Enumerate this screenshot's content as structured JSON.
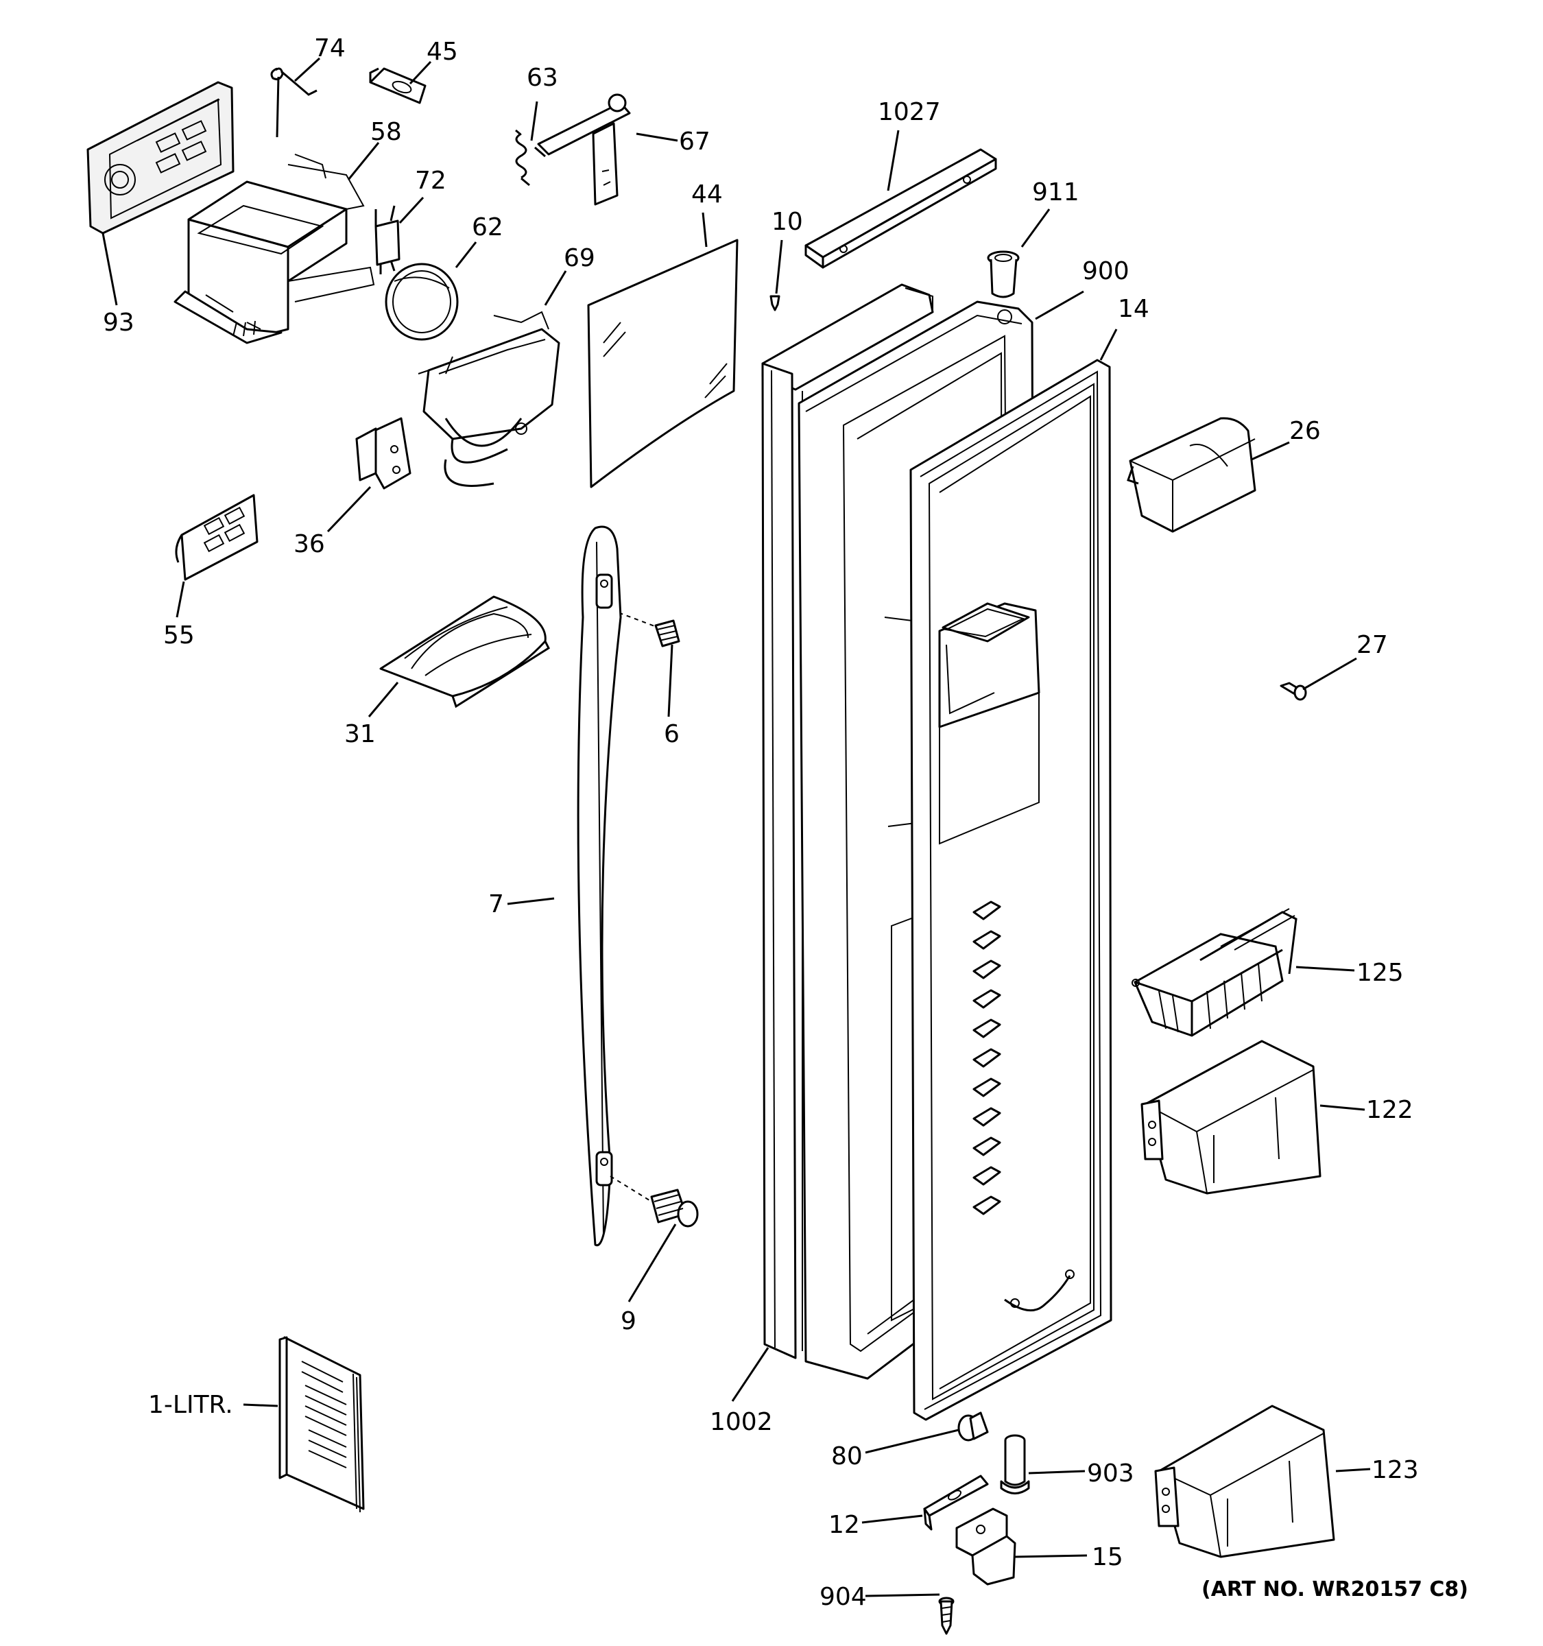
{
  "labels": {
    "p74": "74",
    "p45": "45",
    "p63": "63",
    "p67": "67",
    "p1027": "1027",
    "p58": "58",
    "p72": "72",
    "p44": "44",
    "p10": "10",
    "p911": "911",
    "p62": "62",
    "p69": "69",
    "p900": "900",
    "p14": "14",
    "p93": "93",
    "p26": "26",
    "p36": "36",
    "p55": "55",
    "p27": "27",
    "p31": "31",
    "p6": "6",
    "p7": "7",
    "p125": "125",
    "p122": "122",
    "p9": "9",
    "p1002": "1002",
    "p1litr": "1-LITR.",
    "p80": "80",
    "p903": "903",
    "p123": "123",
    "p12": "12",
    "p15": "15",
    "p904": "904"
  },
  "art_number": "(ART NO. WR20157 C8)"
}
